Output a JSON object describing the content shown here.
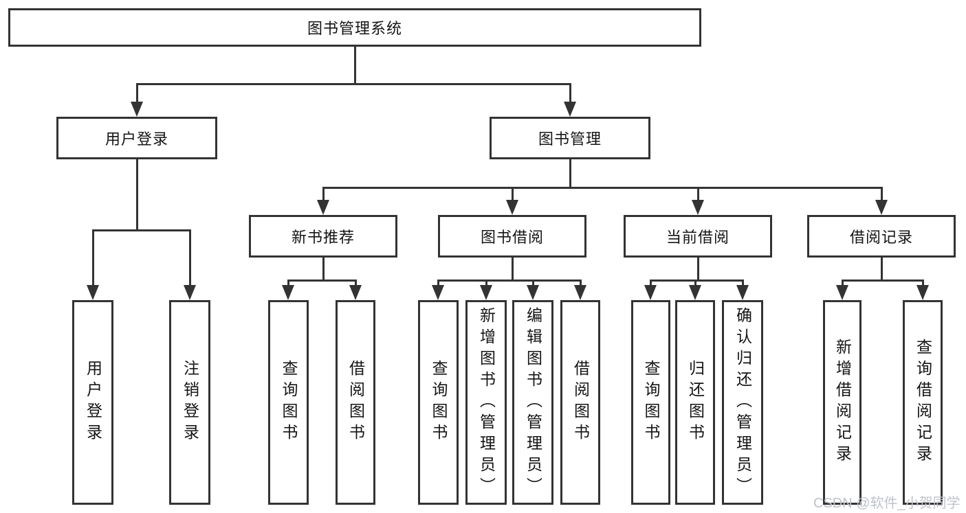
{
  "tree": {
    "root": {
      "label": "图书管理系统"
    },
    "branches": [
      {
        "label": "用户登录",
        "children": [
          {
            "label": "用户登录"
          },
          {
            "label": "注销登录"
          }
        ]
      },
      {
        "label": "图书管理",
        "children": [
          {
            "label": "新书推荐",
            "children": [
              {
                "label": "查询图书"
              },
              {
                "label": "借阅图书"
              }
            ]
          },
          {
            "label": "图书借阅",
            "children": [
              {
                "label": "查询图书"
              },
              {
                "label": "新增图书（管理员）"
              },
              {
                "label": "编辑图书（管理员）"
              },
              {
                "label": "借阅图书"
              }
            ]
          },
          {
            "label": "当前借阅",
            "children": [
              {
                "label": "查询图书"
              },
              {
                "label": "归还图书"
              },
              {
                "label": "确认归还（管理员）"
              }
            ]
          },
          {
            "label": "借阅记录",
            "children": [
              {
                "label": "新增借阅记录"
              },
              {
                "label": "查询借阅记录"
              }
            ]
          }
        ]
      }
    ]
  },
  "watermark": {
    "text": "CSDN @软件_小贺同学"
  },
  "colors": {
    "line": "#333333",
    "text": "#141414",
    "watermark": "#bfc3c9",
    "background": "#ffffff"
  }
}
